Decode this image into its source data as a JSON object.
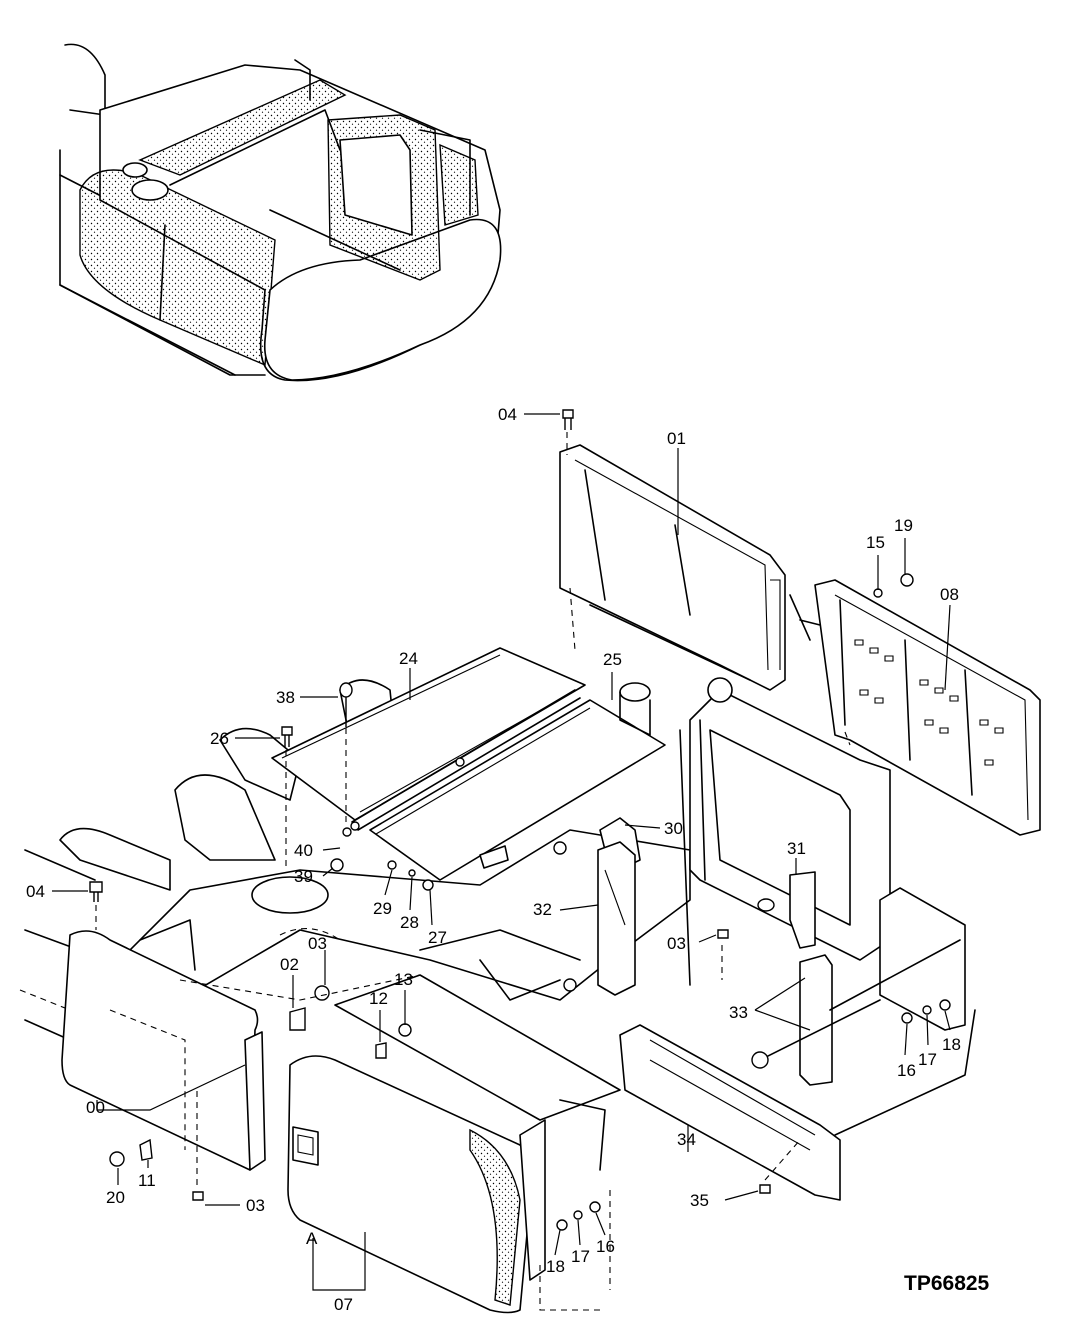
{
  "figure_id": "TP66825",
  "callouts": [
    "04",
    "01",
    "19",
    "15",
    "08",
    "24",
    "25",
    "38",
    "26",
    "30",
    "40",
    "39",
    "29",
    "28",
    "27",
    "04",
    "31",
    "32",
    "03",
    "03",
    "02",
    "13",
    "12",
    "33",
    "16",
    "17",
    "18",
    "00",
    "11",
    "20",
    "03",
    "34",
    "35",
    "A",
    "07",
    "18",
    "17",
    "16"
  ]
}
